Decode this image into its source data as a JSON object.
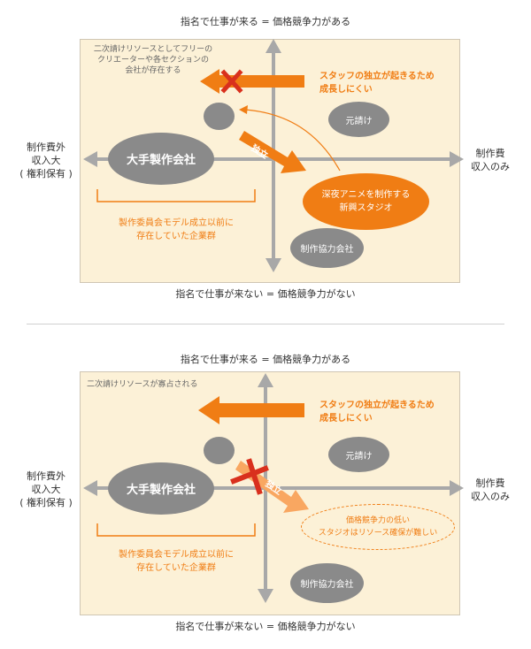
{
  "top": {
    "axis_top": "指名で仕事が来る = 価格競争力がある",
    "axis_bottom": "指名で仕事が来ない = 価格競争力がない",
    "left_label": [
      "制作費外",
      "収入大",
      "( 権利保有 )"
    ],
    "right_label": [
      "制作費",
      "収入のみ"
    ],
    "corner_note": [
      "二次請けリソースとしてフリーの",
      "クリエーターや各セクションの",
      "会社が存在する"
    ],
    "orange_note": [
      "スタッフの独立が起きるため",
      "成長しにくい"
    ],
    "big_studio": "大手製作会社",
    "motouke": "元請け",
    "new_studio": [
      "深夜アニメを制作する",
      "新興スタジオ"
    ],
    "cooperative": "制作協力会社",
    "independence": "独立",
    "bracket_note": [
      "製作委員会モデル成立以前に",
      "存在していた企業群"
    ]
  },
  "bottom": {
    "axis_top": "指名で仕事が来る = 価格競争力がある",
    "axis_bottom": "指名で仕事が来ない = 価格競争力がない",
    "left_label": [
      "制作費外",
      "収入大",
      "( 権利保有 )"
    ],
    "right_label": [
      "制作費",
      "収入のみ"
    ],
    "corner_note": [
      "二次請けリソースが寡占される"
    ],
    "orange_note": [
      "スタッフの独立が起きるため",
      "成長しにくい"
    ],
    "big_studio": "大手製作会社",
    "motouke": "元請け",
    "weak_studio": [
      "価格競争力の低い",
      "スタジオはリソース確保が難しい"
    ],
    "cooperative": "制作協力会社",
    "independence": "独立",
    "bracket_note": [
      "製作委員会モデル成立以前に",
      "存在していた企業群"
    ]
  },
  "colors": {
    "orange": "#f07d14",
    "light_orange": "#f9a761",
    "gray": "#8a8a8a",
    "axis_gray": "#a8a8a8",
    "red_cross": "#d9301d",
    "panel_bg": "#fcf1d7"
  }
}
